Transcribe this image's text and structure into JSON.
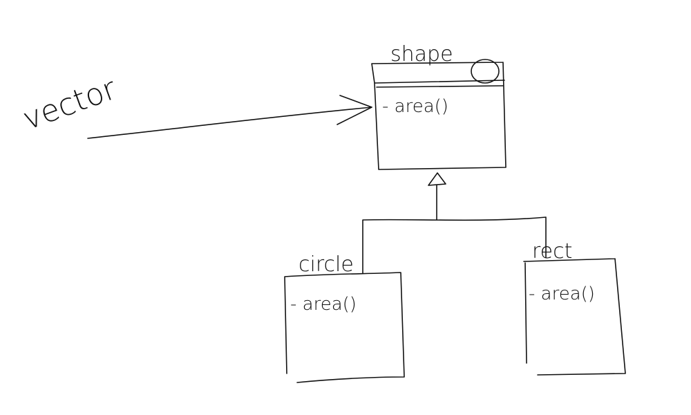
{
  "diagram": {
    "vector_label": "vector",
    "shape": {
      "title": "shape",
      "method": "- area()"
    },
    "circle": {
      "title": "circle",
      "method": "- area()"
    },
    "rect": {
      "title": "rect",
      "method": "- area()"
    },
    "ink_color": "#111111"
  }
}
